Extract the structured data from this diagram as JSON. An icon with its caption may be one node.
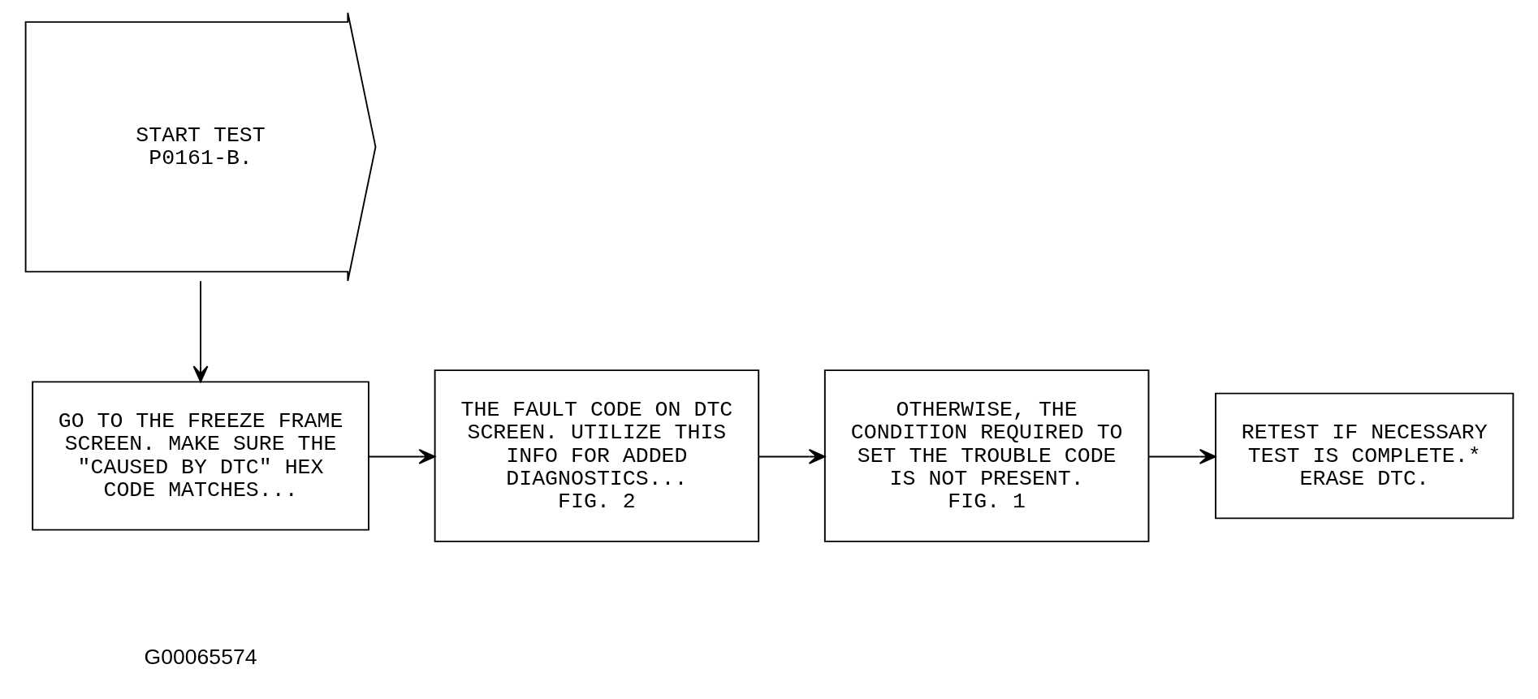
{
  "diagram": {
    "nodes": [
      {
        "text": [
          "START TEST",
          "P0161-B."
        ]
      },
      {
        "text": [
          "GO TO THE FREEZE FRAME SCREEN. MAKE SURE THE \"CAUSED BY DTC\" HEX CODE MATCHES..."
        ]
      },
      {
        "text": [
          "THE FAULT CODE ON DTC SCREEN. UTILIZE THIS INFO FOR ADDED DIAGNOSTICS...",
          "FIG. 2"
        ]
      },
      {
        "text": [
          "OTHERWISE, THE CONDITION REQUIRED TO SET THE TROUBLE CODE IS NOT PRESENT.",
          "FIG. 1"
        ]
      },
      {
        "text": [
          "RETEST IF NECESSARY",
          "TEST IS COMPLETE.*",
          "ERASE DTC."
        ]
      }
    ],
    "edges": [
      {
        "from": 0,
        "to": 1,
        "arrow": "to"
      },
      {
        "from": 1,
        "to": 2,
        "arrow": "to"
      },
      {
        "from": 2,
        "to": 3,
        "arrow": "to"
      },
      {
        "from": 3,
        "to": 4,
        "arrow": "to"
      }
    ],
    "labels": [
      "G00065574"
    ]
  }
}
